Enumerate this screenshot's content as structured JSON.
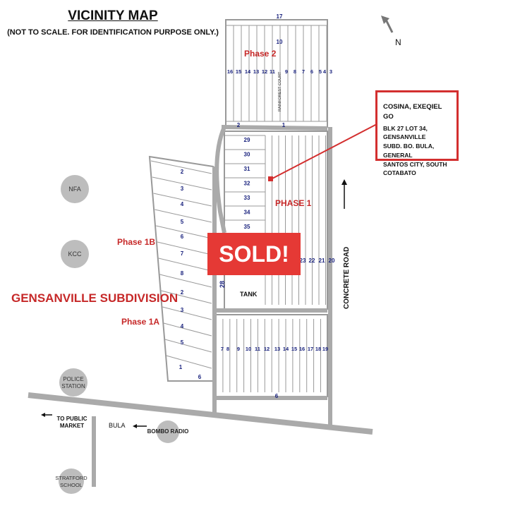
{
  "header": {
    "title": "VICINITY MAP",
    "subtitle": "(NOT TO SCALE. FOR IDENTIFICATION PURPOSE ONLY.)"
  },
  "north": {
    "label": "N"
  },
  "subdivision": {
    "name": "GENSANVILLE SUBDIVISION",
    "phase1": "PHASE 1",
    "phase1a": "Phase 1A",
    "phase1b": "Phase 1B",
    "phase2": "Phase 2",
    "tank": "TANK",
    "street_28": "28",
    "court": "RAINFOREST COURT"
  },
  "callout": {
    "owner": "COSINA, EXEQIEL GO",
    "lines": [
      "BLK 27 LOT 34, GENSANVILLE",
      "SUBD. BO. BULA, GENERAL",
      "SANTOS CITY, SOUTH COTABATO"
    ]
  },
  "sold": "SOLD!",
  "landmarks": {
    "nfa": "NFA",
    "kcc": "KCC",
    "police": [
      "POLICE",
      "STATION"
    ],
    "bombo": "BOMBO RADIO",
    "stratford": [
      "STRATFORD",
      "SCHOOL"
    ],
    "public_market": [
      "TO PUBLIC",
      "MARKET"
    ],
    "bula": "BULA",
    "concrete_road": "CONCRETE ROAD"
  },
  "block_labels": {
    "phase2_top": "17",
    "phase2_mid": "10",
    "phase2_row": [
      "16",
      "15",
      "14",
      "13",
      "12",
      "11",
      "9",
      "8",
      "7",
      "6",
      "5",
      "4",
      "3"
    ],
    "phase2_bottom": [
      "2",
      "1"
    ],
    "phase1_lots": [
      "29",
      "30",
      "31",
      "32",
      "33",
      "34",
      "35"
    ],
    "phase1_row": [
      "23",
      "22",
      "21",
      "20"
    ],
    "phase1a_lots": [
      "2",
      "3",
      "4",
      "5",
      "6",
      "7",
      "8",
      "2",
      "3",
      "4",
      "5",
      "1",
      "6"
    ],
    "south_block_row": [
      "7",
      "8",
      "9",
      "10",
      "11",
      "12",
      "13",
      "14",
      "15",
      "16",
      "17",
      "18",
      "19"
    ],
    "south_block_bottom": "6"
  }
}
